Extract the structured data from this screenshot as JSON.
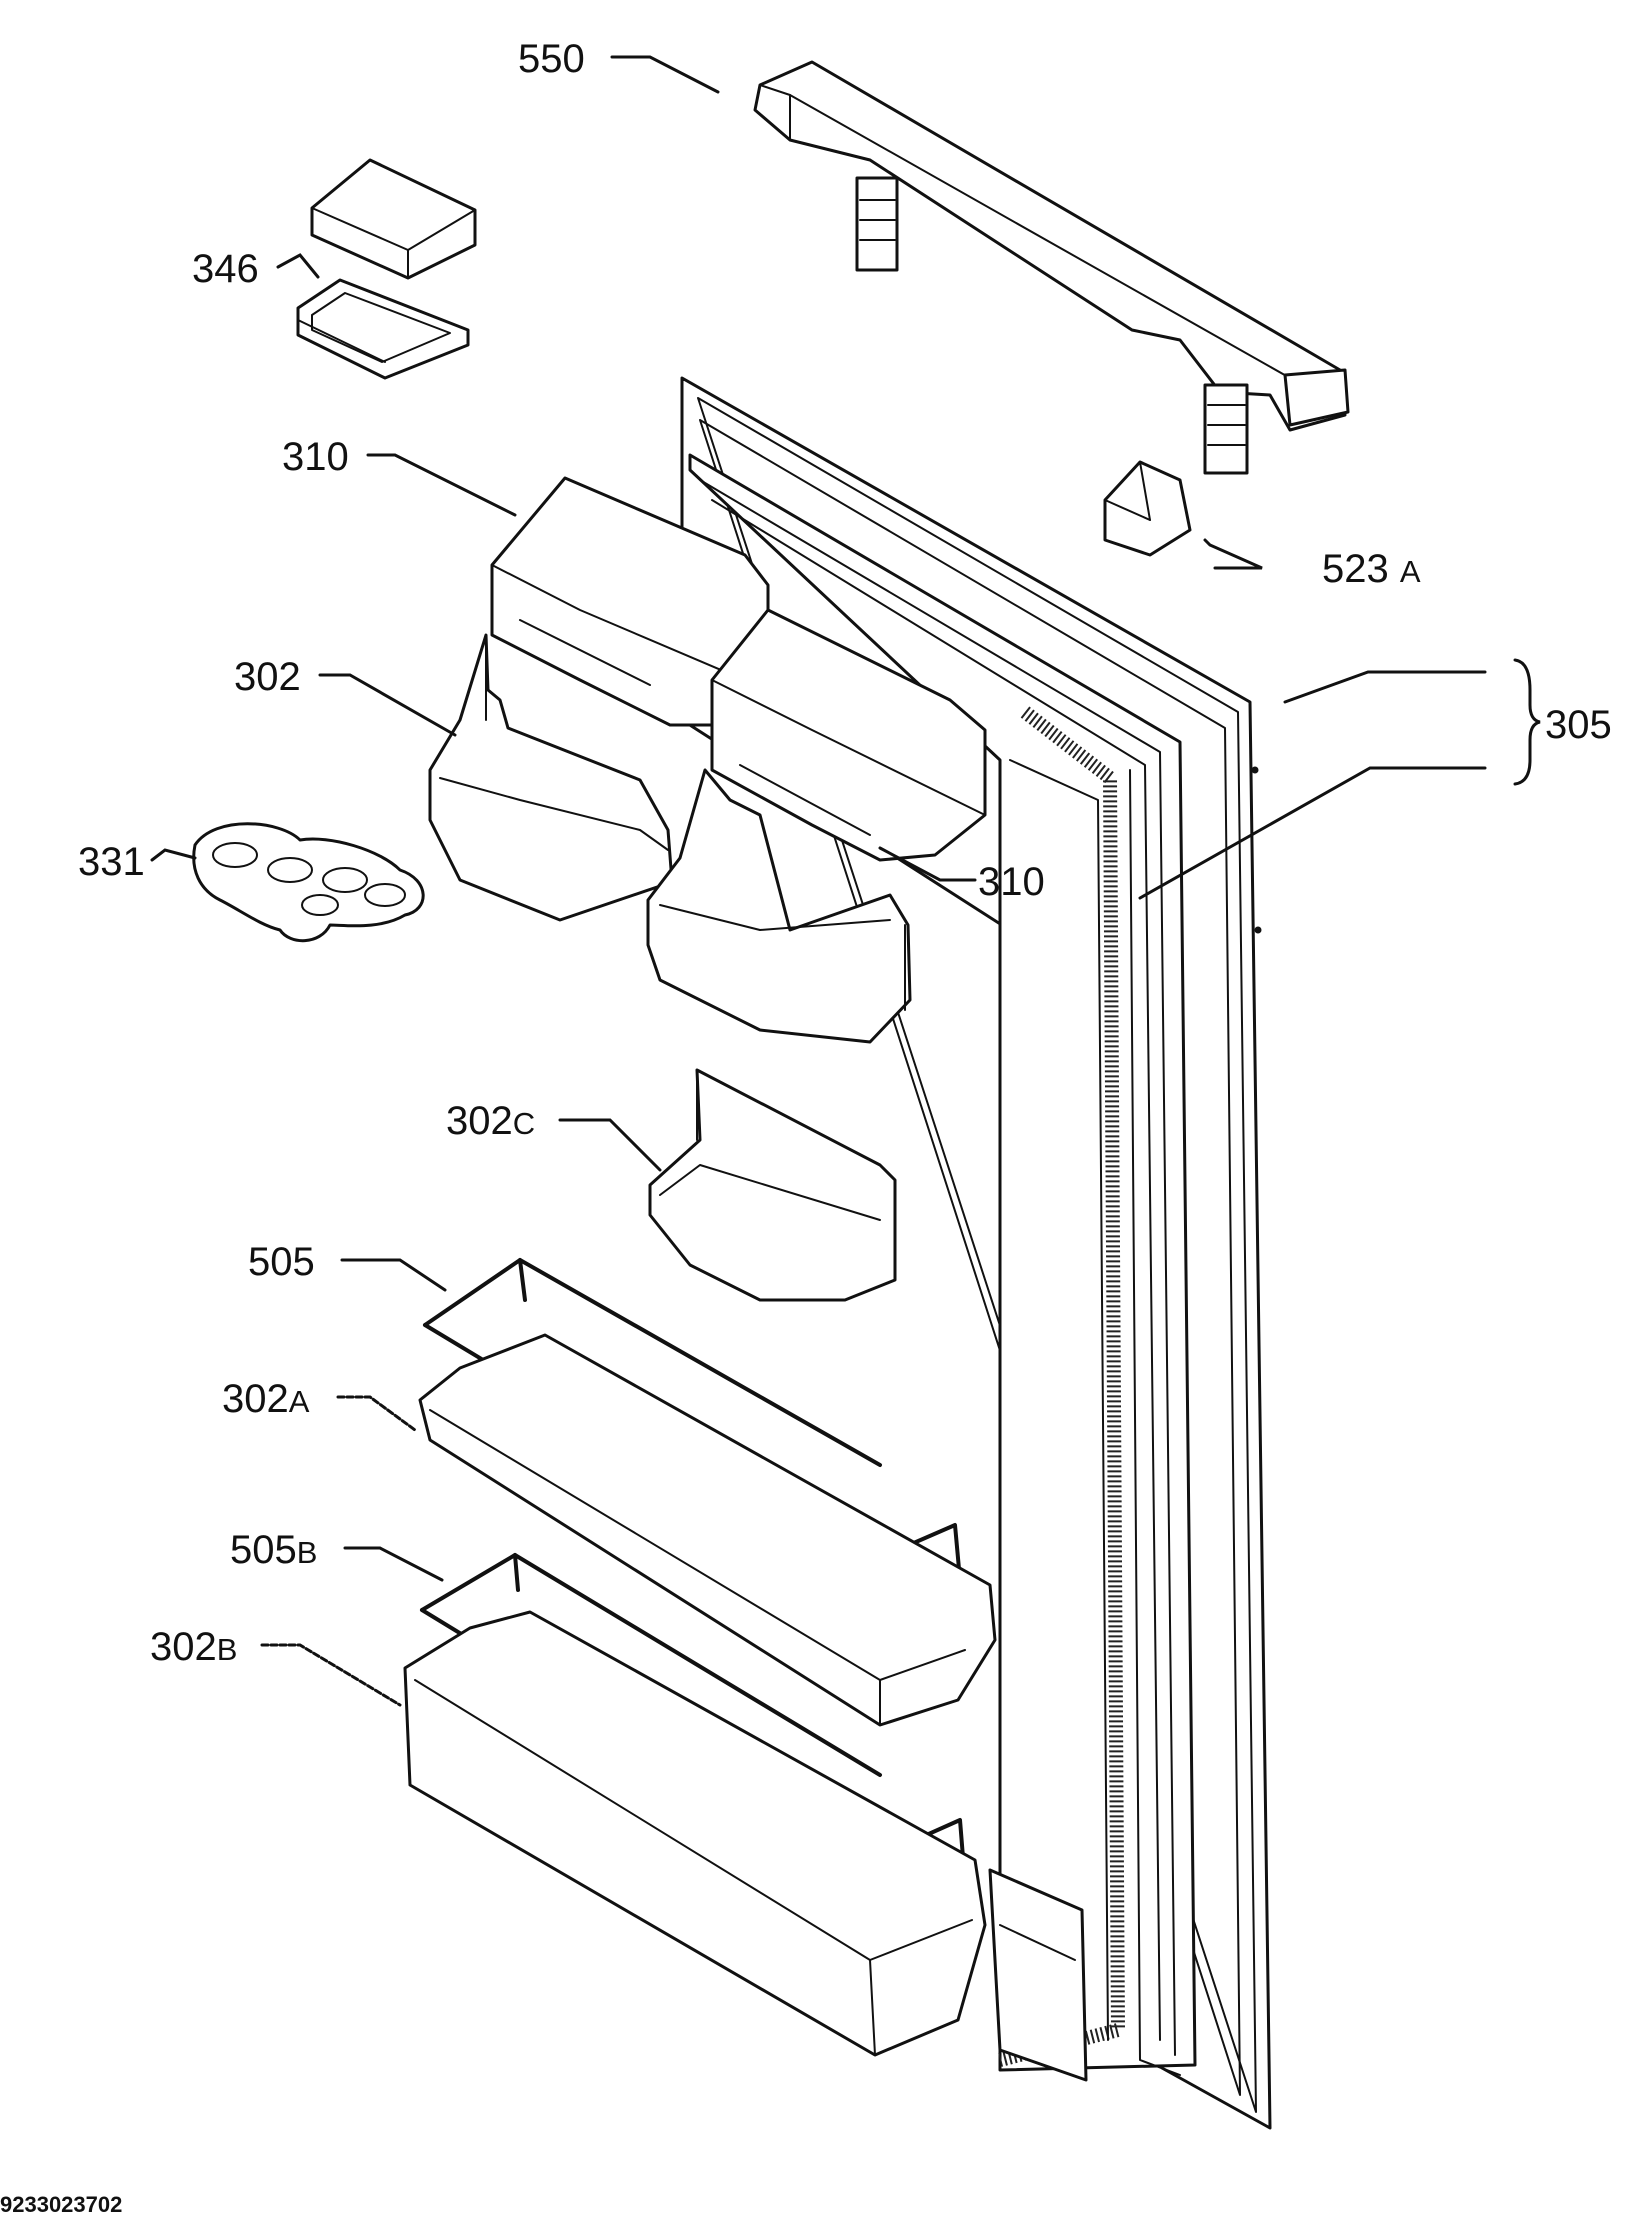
{
  "diagram": {
    "document_number": "9233023702",
    "labels": [
      {
        "id": "550",
        "num": "550",
        "suffix": ""
      },
      {
        "id": "346",
        "num": "346",
        "suffix": ""
      },
      {
        "id": "310a",
        "num": "310",
        "suffix": ""
      },
      {
        "id": "523A",
        "num": "523",
        "suffix": "A"
      },
      {
        "id": "302",
        "num": "302",
        "suffix": ""
      },
      {
        "id": "305",
        "num": "305",
        "suffix": ""
      },
      {
        "id": "331",
        "num": "331",
        "suffix": ""
      },
      {
        "id": "310b",
        "num": "310",
        "suffix": ""
      },
      {
        "id": "302C",
        "num": "302",
        "suffix": "C"
      },
      {
        "id": "505",
        "num": "505",
        "suffix": ""
      },
      {
        "id": "302A",
        "num": "302",
        "suffix": "A"
      },
      {
        "id": "505B",
        "num": "505",
        "suffix": "B"
      },
      {
        "id": "302B",
        "num": "302",
        "suffix": "B"
      }
    ]
  }
}
